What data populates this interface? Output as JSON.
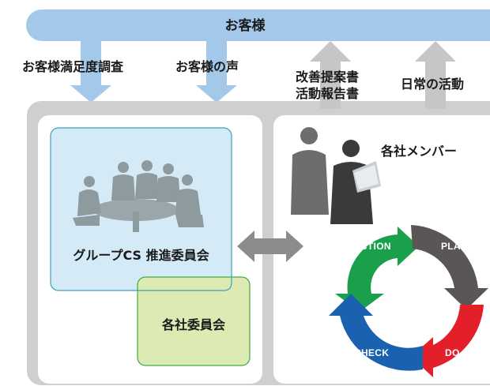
{
  "banner": {
    "label": "お客様"
  },
  "inputs": [
    {
      "label": "お客様満足度調査"
    },
    {
      "label": "お客様の声"
    }
  ],
  "outputs": [
    {
      "lines": [
        "改善提案書",
        "活動報告書"
      ]
    },
    {
      "label": "日常の活動"
    }
  ],
  "left_panel": {
    "group_committee": "グループCS 推進委員会",
    "company_committee": "各社委員会"
  },
  "right_panel": {
    "members_label": "各社メンバー",
    "cycle": [
      "ACTION",
      "PLAN",
      "DO",
      "CHECK"
    ]
  },
  "colors": {
    "banner": "#a3c8ea",
    "panel_outer": "#cfcfcf",
    "group_fill": "#d4eaf7",
    "group_border": "#3f9dc0",
    "company_fill": "#dcebb4",
    "company_border": "#49a648",
    "action": "#1aa04b",
    "plan": "#5a5655",
    "do": "#e3202a",
    "check": "#1a62b0",
    "double_arrow": "#8c8c8c",
    "people": "#8d9a9e"
  }
}
